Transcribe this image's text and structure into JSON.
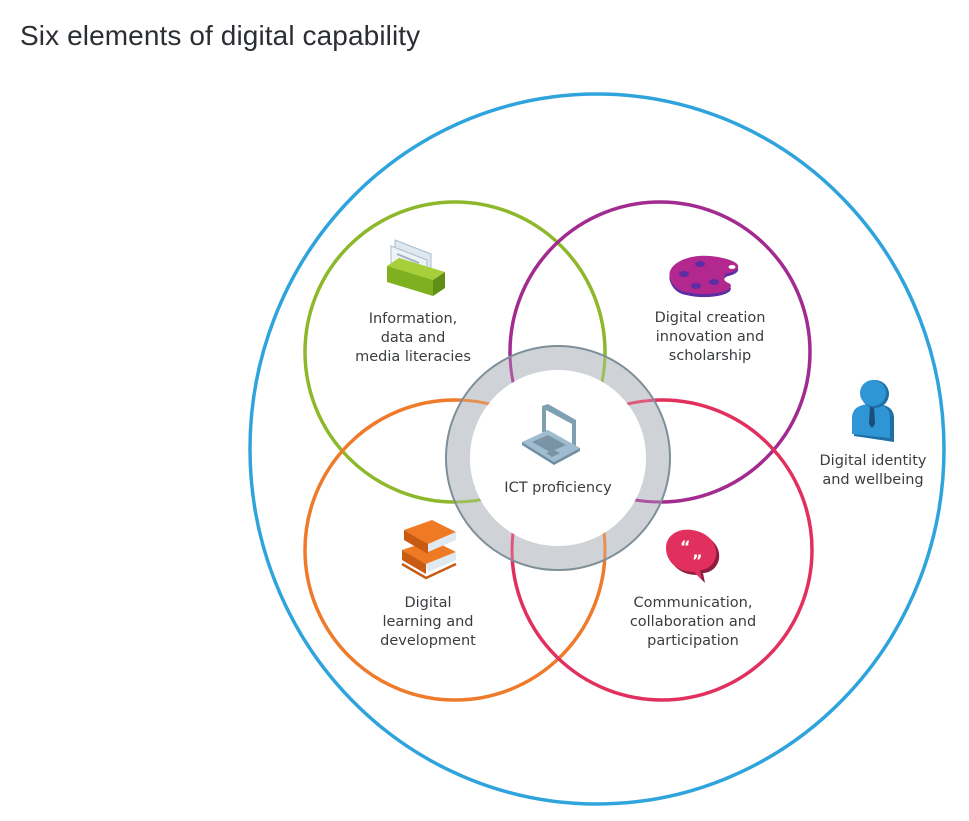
{
  "title": "Six elements of digital capability",
  "colors": {
    "outer": "#2fa4dc",
    "information": "#8db82b",
    "creation": "#a12b8e",
    "learning": "#ee7a2a",
    "communication": "#e2305e",
    "ring": "#cfd3d8",
    "ring_edge": "#7f8f99",
    "text": "#3a3d40"
  },
  "elements": {
    "information": {
      "lines": [
        "Information,",
        "data and",
        "media literacies"
      ],
      "icon": "card-index-box-icon"
    },
    "creation": {
      "lines": [
        "Digital creation",
        "innovation and",
        "scholarship"
      ],
      "icon": "paint-palette-icon"
    },
    "identity": {
      "lines": [
        "Digital identity",
        "and wellbeing"
      ],
      "icon": "person-icon"
    },
    "ict": {
      "lines": [
        "ICT proficiency"
      ],
      "icon": "laptop-icon"
    },
    "learning": {
      "lines": [
        "Digital",
        "learning and",
        "development"
      ],
      "icon": "books-icon"
    },
    "communication": {
      "lines": [
        "Communication,",
        "collaboration and",
        "participation"
      ],
      "icon": "speech-bubble-icon"
    }
  }
}
